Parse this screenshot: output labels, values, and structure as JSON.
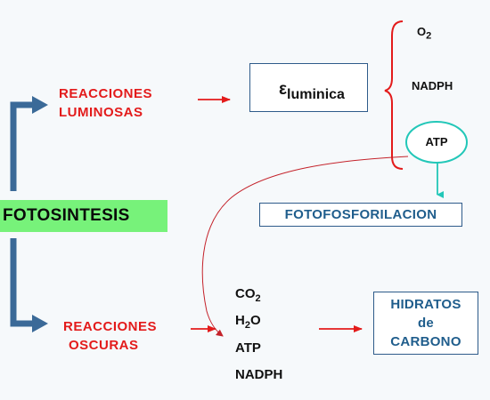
{
  "main": {
    "title": "FOTOSINTESIS"
  },
  "luminosas": {
    "line1": "REACCIONES",
    "line2": "LUMINOSAS"
  },
  "oscuras": {
    "line1": "REACCIONES",
    "line2": "OSCURAS"
  },
  "energy": {
    "symbol": "ε",
    "subscript": "luminica"
  },
  "products": {
    "o2": "O",
    "o2_sub": "2",
    "nadph": "NADPH",
    "atp": "ATP"
  },
  "fotofosforilacion": "FOTOFOSFORILACION",
  "inputs": {
    "co2": "CO",
    "co2_sub": "2",
    "h2o_h": "H",
    "h2o_sub": "2",
    "h2o_o": "O",
    "atp": "ATP",
    "nadph": "NADPH"
  },
  "hidratos": {
    "line1": "HIDRATOS",
    "line2": "de",
    "line3": "CARBONO"
  },
  "colors": {
    "blue_arrow": "#3b6a98",
    "red_arrow": "#e31b1b",
    "green_box": "#77f27a",
    "oval_border": "#22c7b8",
    "box_text": "#1f5d8c"
  }
}
